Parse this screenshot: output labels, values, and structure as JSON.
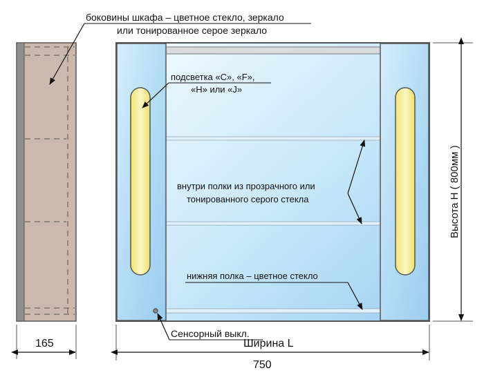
{
  "labels": {
    "sides_line1": "боковины шкафа – цветное стекло, зеркало",
    "sides_line2": "или тонированное серое зеркало",
    "backlight_line1": "подсветка «C», «F»,",
    "backlight_line2": "«H» или «J»",
    "shelves_line1": "внутри полки из прозрачного или",
    "shelves_line2": "тонированного серого стекла",
    "bottom_shelf": "нижняя полка – цветное стекло",
    "sensor_switch": "Сенсорный выкл.",
    "width_label": "Ширина L",
    "height_label": "Высота H ( 800мм )"
  },
  "dimensions": {
    "depth": "165",
    "width": "750"
  },
  "colors": {
    "side_panel": "#cbb9ad",
    "glass_light": "#eaf6fd",
    "glass_blue": "#a9d6f2",
    "lamp_fill": "#f7ee93",
    "outline": "#555555"
  }
}
